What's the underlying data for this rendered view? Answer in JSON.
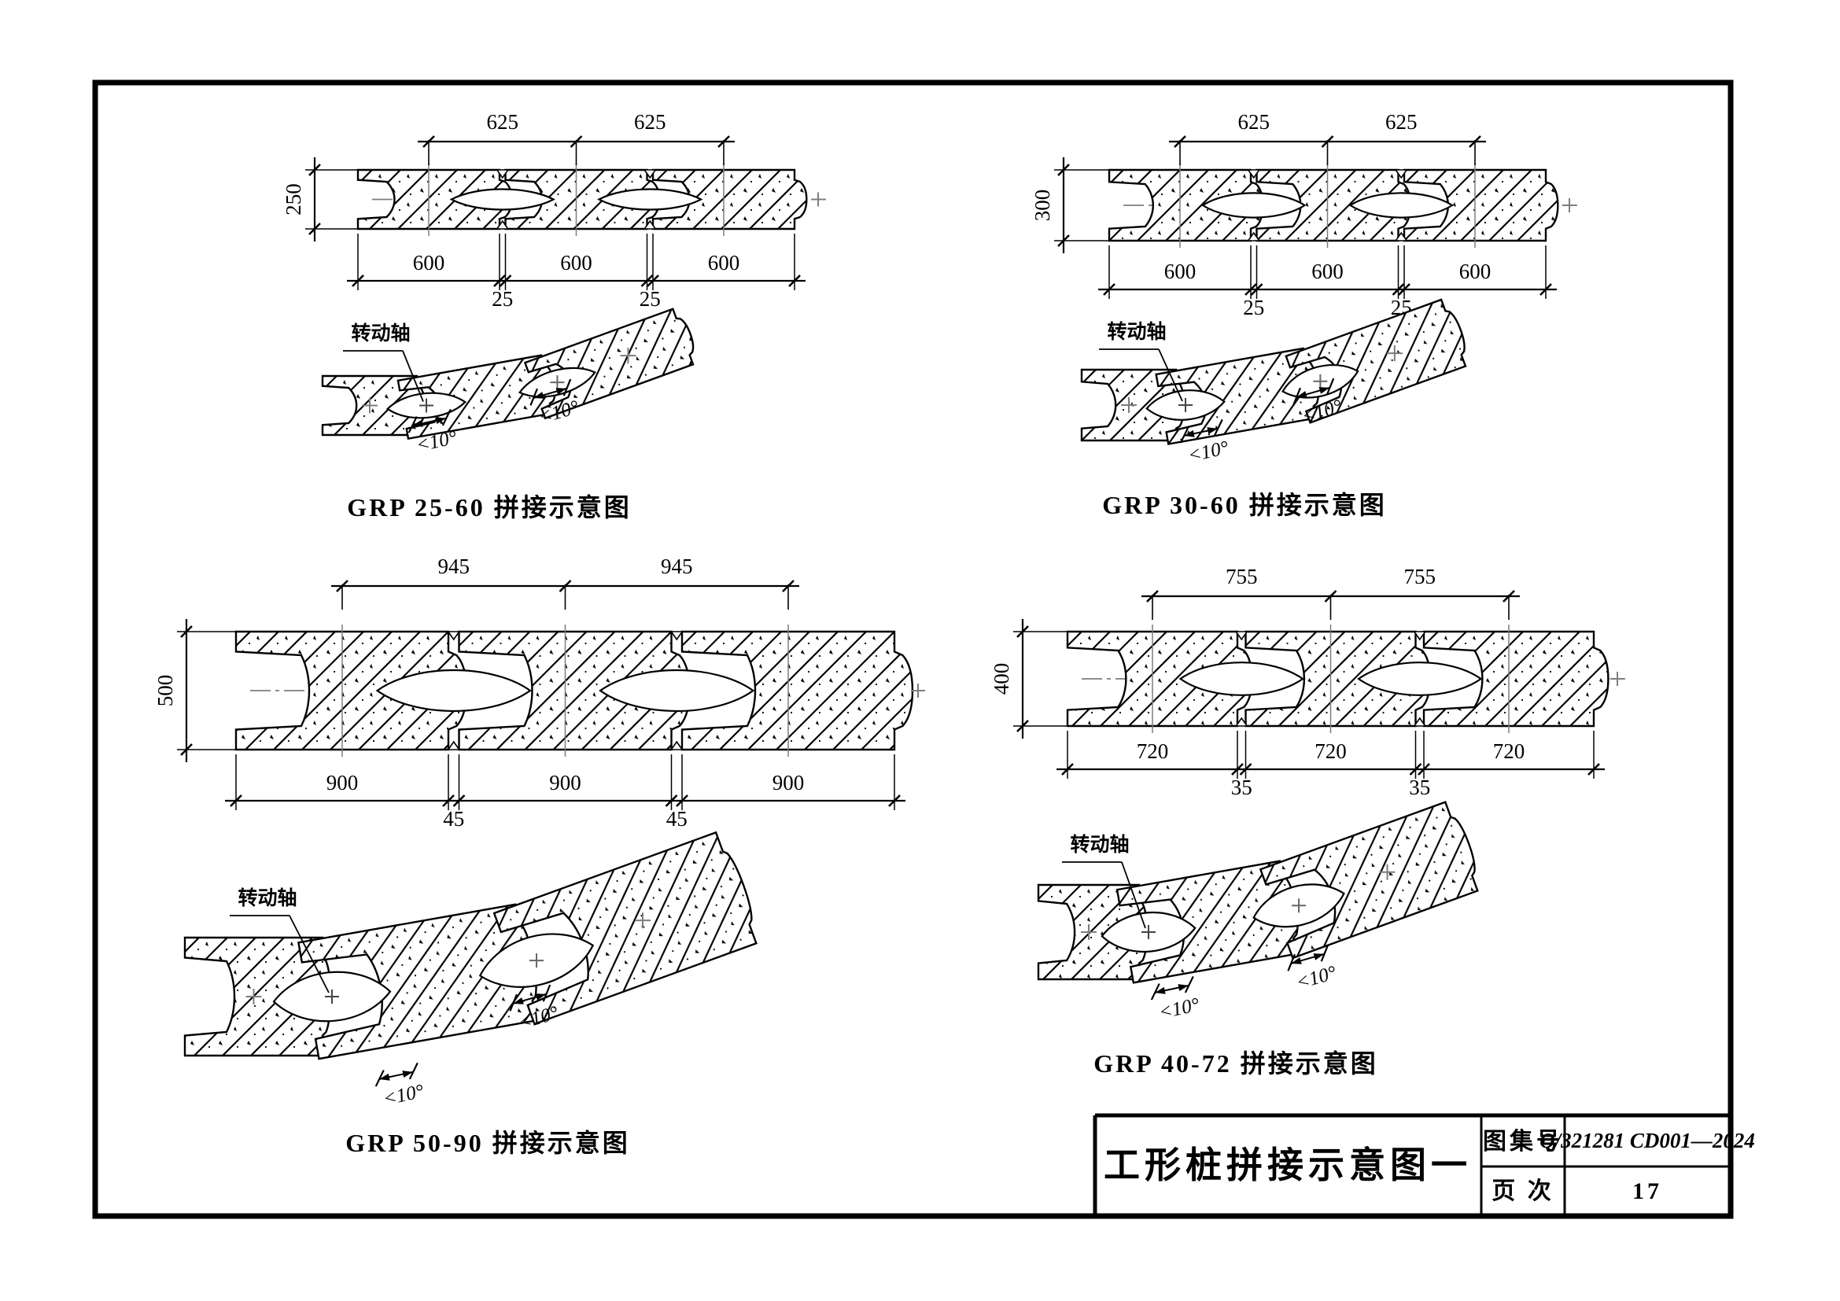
{
  "title_block": {
    "title": "工形桩拼接示意图一",
    "atlas_label": "图集号",
    "atlas_no": "Q/321281 CD001—2024",
    "page_label": "页 次",
    "page_no": "17"
  },
  "diagrams": [
    {
      "id": "grp-25-60",
      "caption": "GRP 25-60 拼接示意图",
      "pitch_dims": [
        "625",
        "625"
      ],
      "height_dim": "250",
      "module_dims": [
        "600",
        "600",
        "600"
      ],
      "joint_dims": [
        "25",
        "25"
      ],
      "axis_label": "转动轴",
      "angle_notes": [
        "<10°",
        "<10°"
      ]
    },
    {
      "id": "grp-30-60",
      "caption": "GRP 30-60 拼接示意图",
      "pitch_dims": [
        "625",
        "625"
      ],
      "height_dim": "300",
      "module_dims": [
        "600",
        "600",
        "600"
      ],
      "joint_dims": [
        "25",
        "25"
      ],
      "axis_label": "转动轴",
      "angle_notes": [
        "<10°",
        "<10°"
      ]
    },
    {
      "id": "grp-50-90",
      "caption": "GRP 50-90 拼接示意图",
      "pitch_dims": [
        "945",
        "945"
      ],
      "height_dim": "500",
      "module_dims": [
        "900",
        "900",
        "900"
      ],
      "joint_dims": [
        "45",
        "45"
      ],
      "axis_label": "转动轴",
      "angle_notes": [
        "<10°",
        "<10°"
      ]
    },
    {
      "id": "grp-40-72",
      "caption": "GRP 40-72 拼接示意图",
      "pitch_dims": [
        "755",
        "755"
      ],
      "height_dim": "400",
      "module_dims": [
        "720",
        "720",
        "720"
      ],
      "joint_dims": [
        "35",
        "35"
      ],
      "axis_label": "转动轴",
      "angle_notes": [
        "<10°",
        "<10°"
      ]
    }
  ]
}
